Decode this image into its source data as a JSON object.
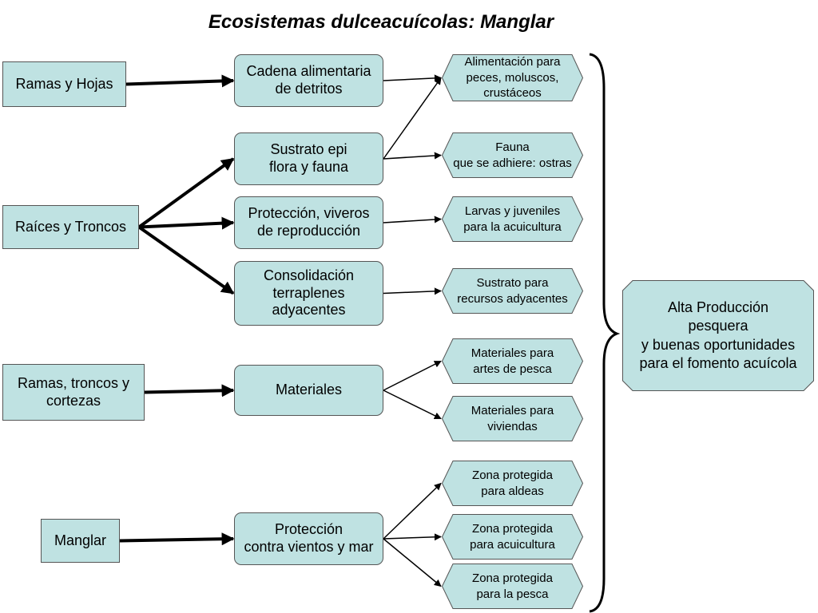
{
  "title": "Ecosistemas dulceacuícolas: Manglar",
  "sources": [
    {
      "id": "ramas-hojas",
      "label": "Ramas y Hojas"
    },
    {
      "id": "raices-troncos",
      "label": "Raíces y Troncos"
    },
    {
      "id": "ramas-troncos-cortezas",
      "label": "Ramas, troncos y\ncortezas"
    },
    {
      "id": "manglar",
      "label": "Manglar"
    }
  ],
  "functions": [
    {
      "id": "cadena",
      "label": "Cadena alimentaria\nde detritos"
    },
    {
      "id": "sustrato",
      "label": "Sustrato epi\nflora y fauna"
    },
    {
      "id": "proteccion-viveros",
      "label": "Protección, viveros\nde reproducción"
    },
    {
      "id": "consolidacion",
      "label": "Consolidación\nterraplenes\nadyacentes"
    },
    {
      "id": "materiales",
      "label": "Materiales"
    },
    {
      "id": "proteccion-vientos",
      "label": "Protección\ncontra vientos y mar"
    }
  ],
  "outputs": [
    {
      "id": "alimentacion",
      "label": "Alimentación para\npeces, moluscos,\ncrustáceos"
    },
    {
      "id": "fauna",
      "label": "Fauna\nque se adhiere: ostras"
    },
    {
      "id": "larvas",
      "label": "Larvas y juveniles\npara la acuicultura"
    },
    {
      "id": "sustrato-recursos",
      "label": "Sustrato para\nrecursos adyacentes"
    },
    {
      "id": "artes-pesca",
      "label": "Materiales para\nartes de pesca"
    },
    {
      "id": "viviendas",
      "label": "Materiales para\nviviendas"
    },
    {
      "id": "aldeas",
      "label": "Zona protegida\npara aldeas"
    },
    {
      "id": "acuicultura",
      "label": "Zona protegida\npara acuicultura"
    },
    {
      "id": "pesca",
      "label": "Zona protegida\npara la pesca"
    }
  ],
  "result": {
    "label": "Alta Producción\npesquera\ny buenas oportunidades\npara el fomento acuícola"
  },
  "edges": [
    [
      "ramas-hojas",
      "cadena"
    ],
    [
      "raices-troncos",
      "sustrato"
    ],
    [
      "raices-troncos",
      "proteccion-viveros"
    ],
    [
      "raices-troncos",
      "consolidacion"
    ],
    [
      "ramas-troncos-cortezas",
      "materiales"
    ],
    [
      "manglar",
      "proteccion-vientos"
    ],
    [
      "cadena",
      "alimentacion"
    ],
    [
      "sustrato",
      "alimentacion"
    ],
    [
      "sustrato",
      "fauna"
    ],
    [
      "proteccion-viveros",
      "larvas"
    ],
    [
      "consolidacion",
      "sustrato-recursos"
    ],
    [
      "materiales",
      "artes-pesca"
    ],
    [
      "materiales",
      "viviendas"
    ],
    [
      "proteccion-vientos",
      "aldeas"
    ],
    [
      "proteccion-vientos",
      "acuicultura"
    ],
    [
      "proteccion-vientos",
      "pesca"
    ]
  ],
  "colors": {
    "box_fill": "#bfe2e2",
    "box_border": "#555555",
    "arrow": "#000000"
  }
}
